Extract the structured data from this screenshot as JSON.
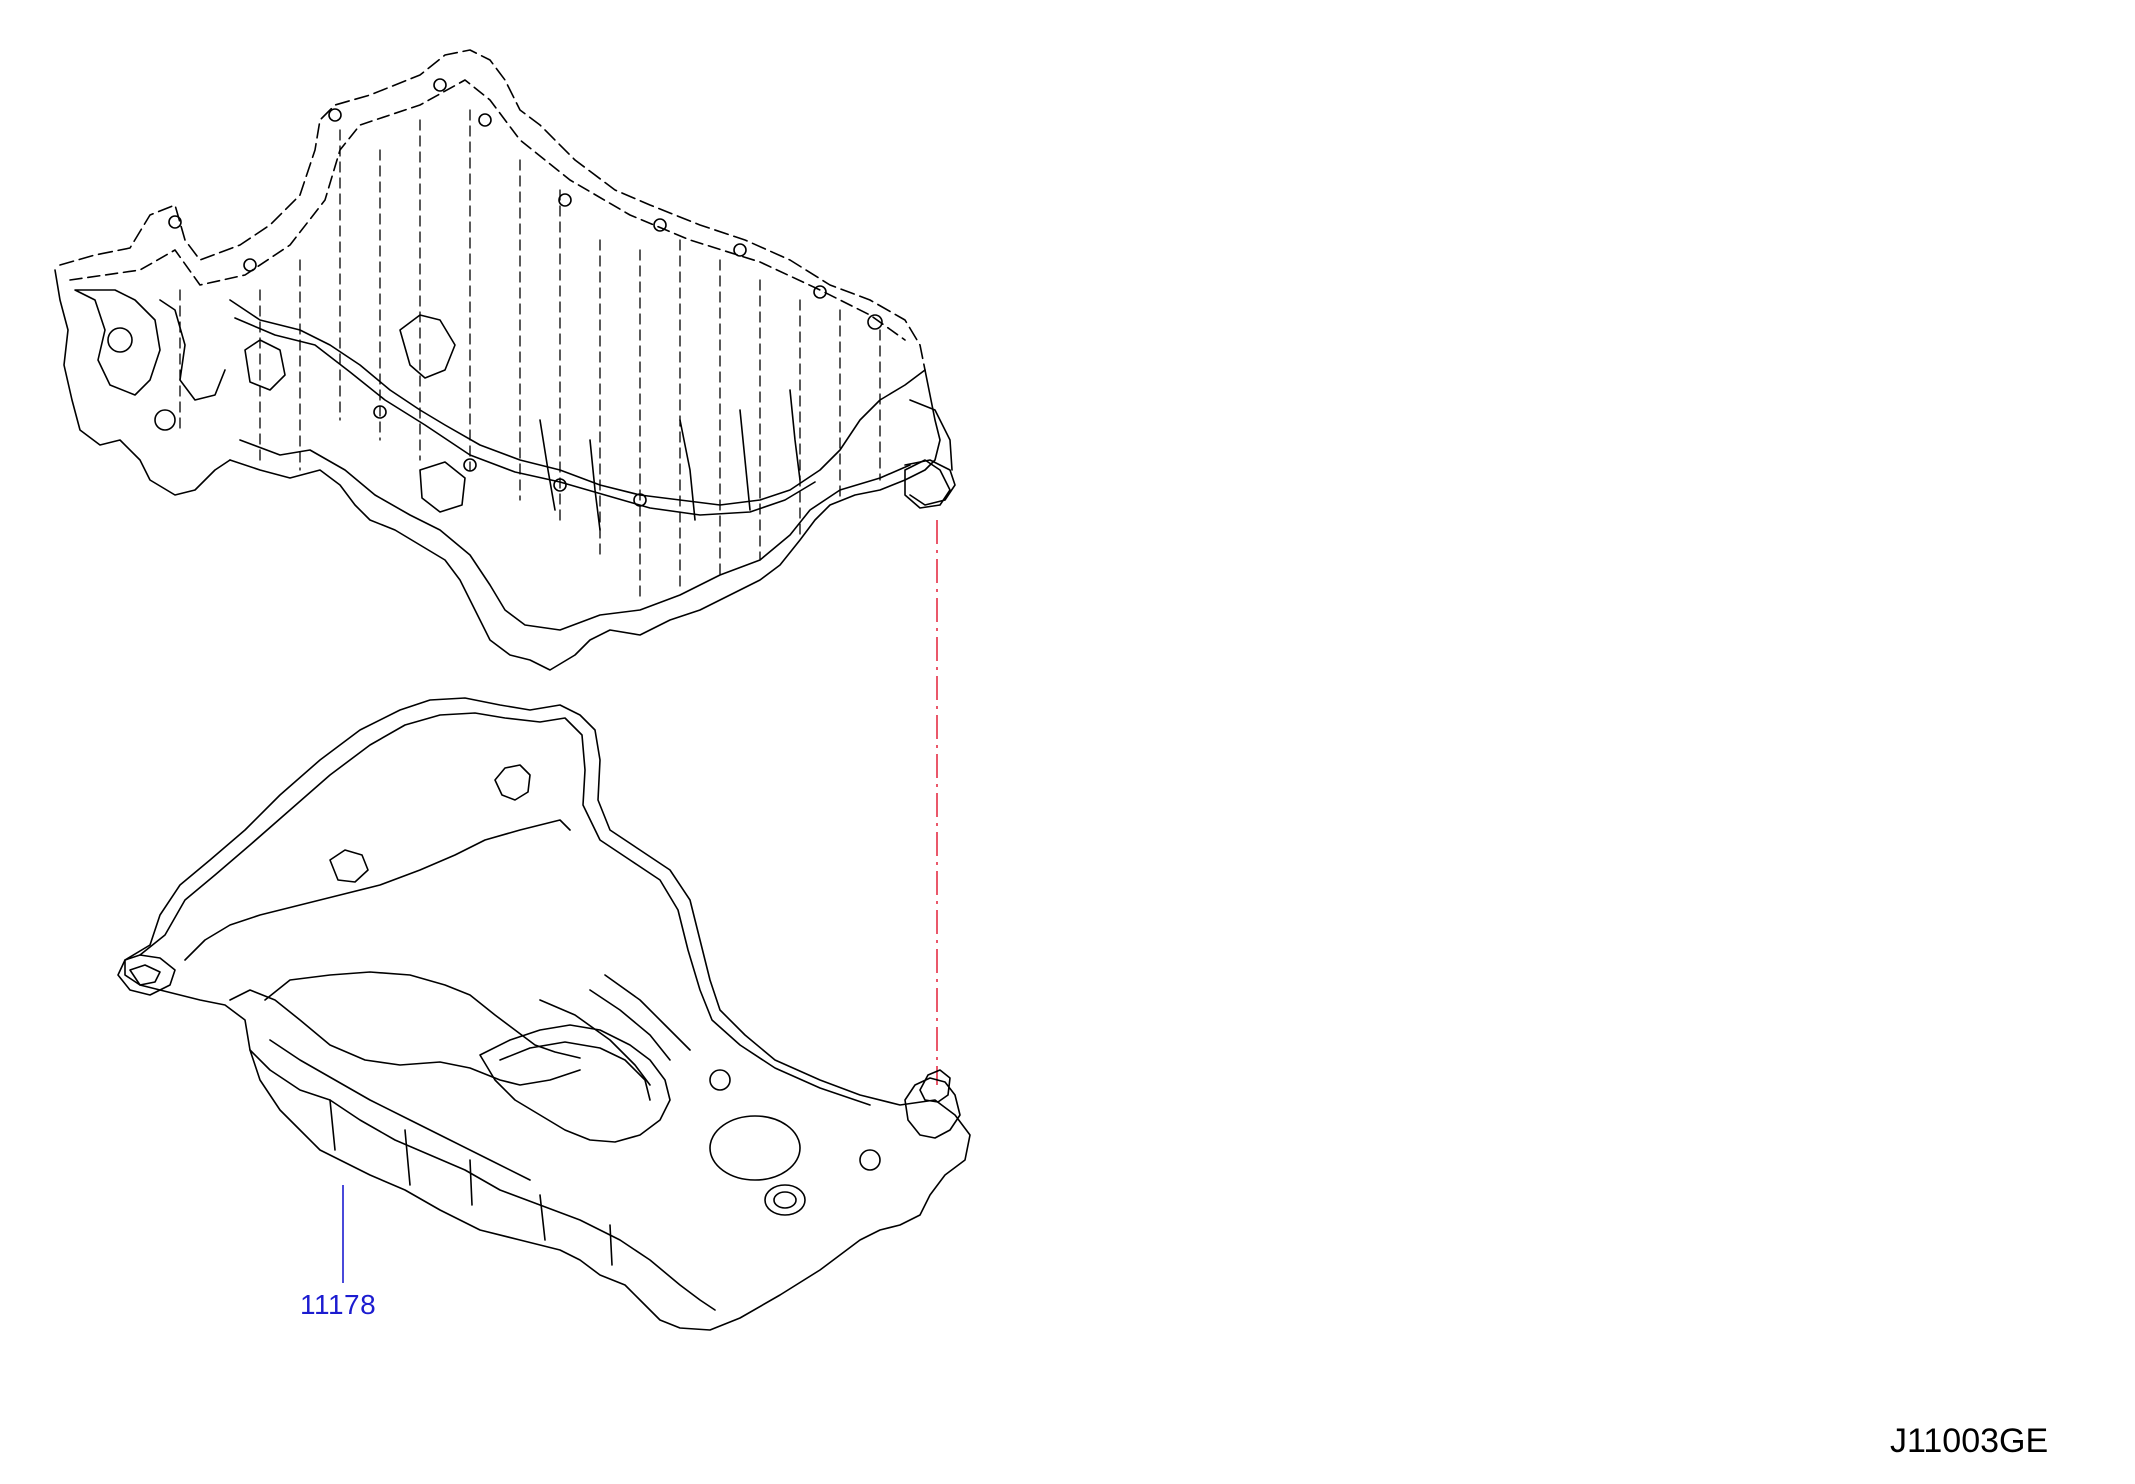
{
  "diagram": {
    "part_callouts": [
      {
        "number": "11178"
      }
    ],
    "diagram_code": "J11003GE"
  },
  "colors": {
    "line_art": "#000000",
    "callout": "#1c1cd0",
    "alignment_line": "#e0102a",
    "background": "#ffffff"
  },
  "icons": {
    "upper_part": "engine-block-lower-housing",
    "lower_part": "oil-pan-baffle-plate"
  }
}
